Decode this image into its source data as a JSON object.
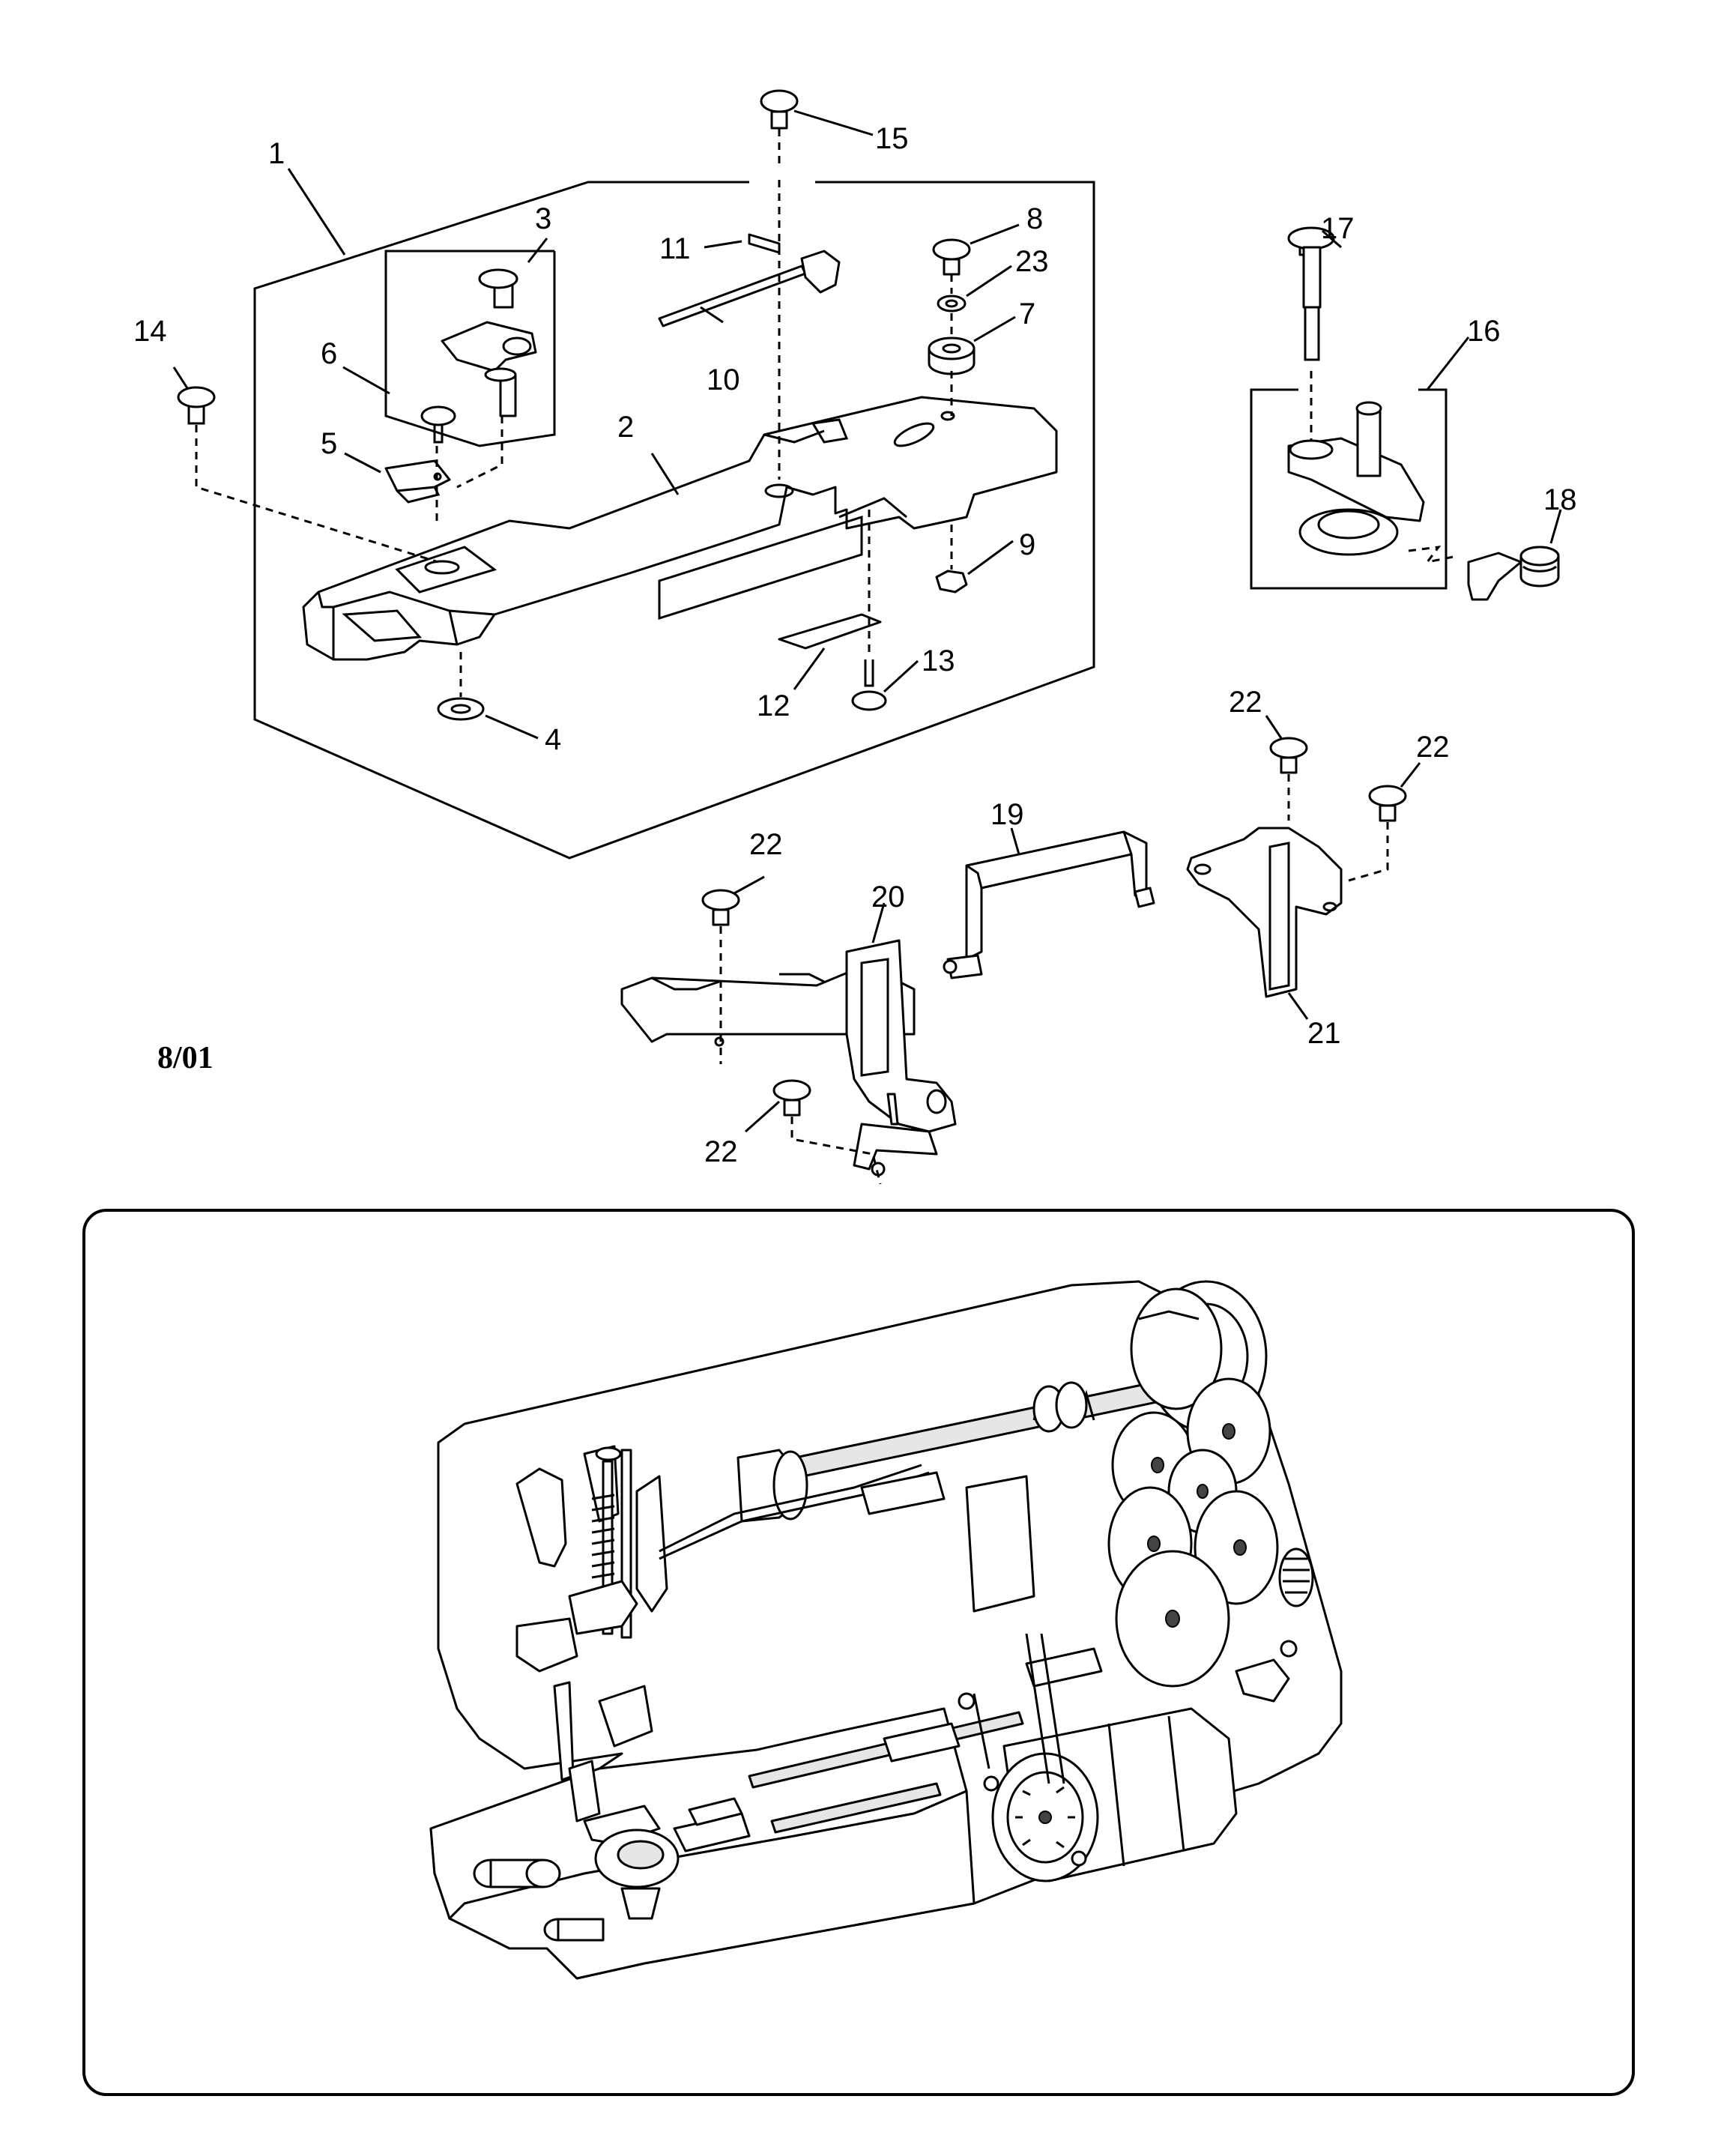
{
  "diagram": {
    "revision": "8/01",
    "callouts": [
      "1",
      "2",
      "3",
      "4",
      "5",
      "6",
      "7",
      "8",
      "9",
      "10",
      "11",
      "12",
      "13",
      "14",
      "15",
      "16",
      "17",
      "18",
      "19",
      "20",
      "21",
      "22",
      "22",
      "22",
      "22",
      "23"
    ]
  }
}
